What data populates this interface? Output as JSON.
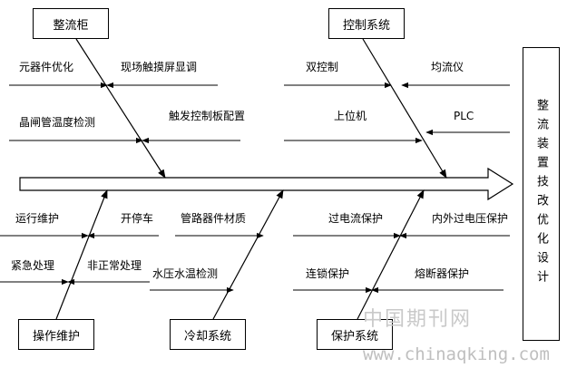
{
  "diagram": {
    "result": "整流装置技改优化设计",
    "categories": {
      "cabinet": "整流柜",
      "control": "控制系统",
      "operation": "操作维护",
      "cooling": "冷却系统",
      "protection": "保护系统"
    },
    "causes": {
      "components": "元器件优化",
      "touchscreen": "现场触摸屏显调",
      "thyristor_temp": "晶闸管温度检测",
      "trigger_board": "触发控制板配置",
      "dual_control": "双控制",
      "current_sharing": "均流仪",
      "host_pc": "上位机",
      "plc": "PLC",
      "run_maintain": "运行维护",
      "start_stop": "开停车",
      "emergency": "紧急处理",
      "abnormal": "非正常处理",
      "pipe_material": "管路器件材质",
      "water_pressure": "水压水温检测",
      "overcurrent": "过电流保护",
      "overvoltage": "内外过电压保护",
      "interlock": "连锁保护",
      "fuse": "熔断器保护"
    }
  },
  "watermark": {
    "cn": "中国期刊网",
    "url": "www.chinaqking.com"
  }
}
